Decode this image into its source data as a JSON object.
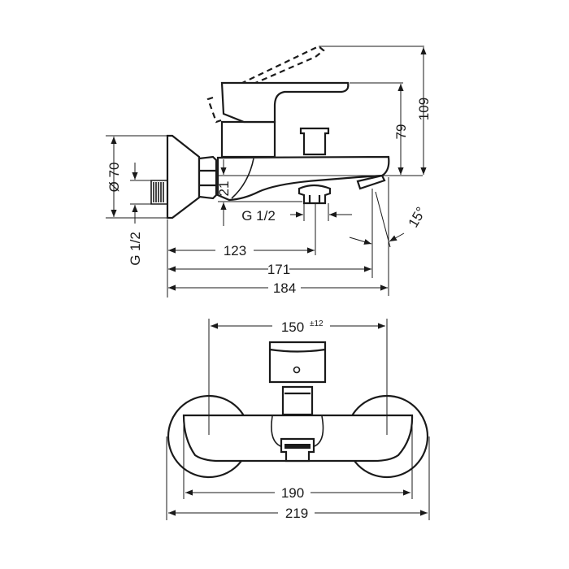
{
  "title": "Bath mixer dimension drawing",
  "side_view": {
    "dim_height_lever": "79",
    "dim_height_lever_open": "109",
    "dim_rosette_diameter": "Ø 70",
    "dim_wall_thread": "G 1/2",
    "dim_spout_drop": "21",
    "dim_outlet_thread": "G 1/2",
    "dim_outlet_distance": "123",
    "dim_aerator_distance": "171",
    "dim_total_depth": "184",
    "dim_angle": "15°"
  },
  "front_view": {
    "dim_center_distance": "150",
    "dim_center_tolerance": "±12",
    "dim_body_width": "190",
    "dim_total_width": "219"
  }
}
